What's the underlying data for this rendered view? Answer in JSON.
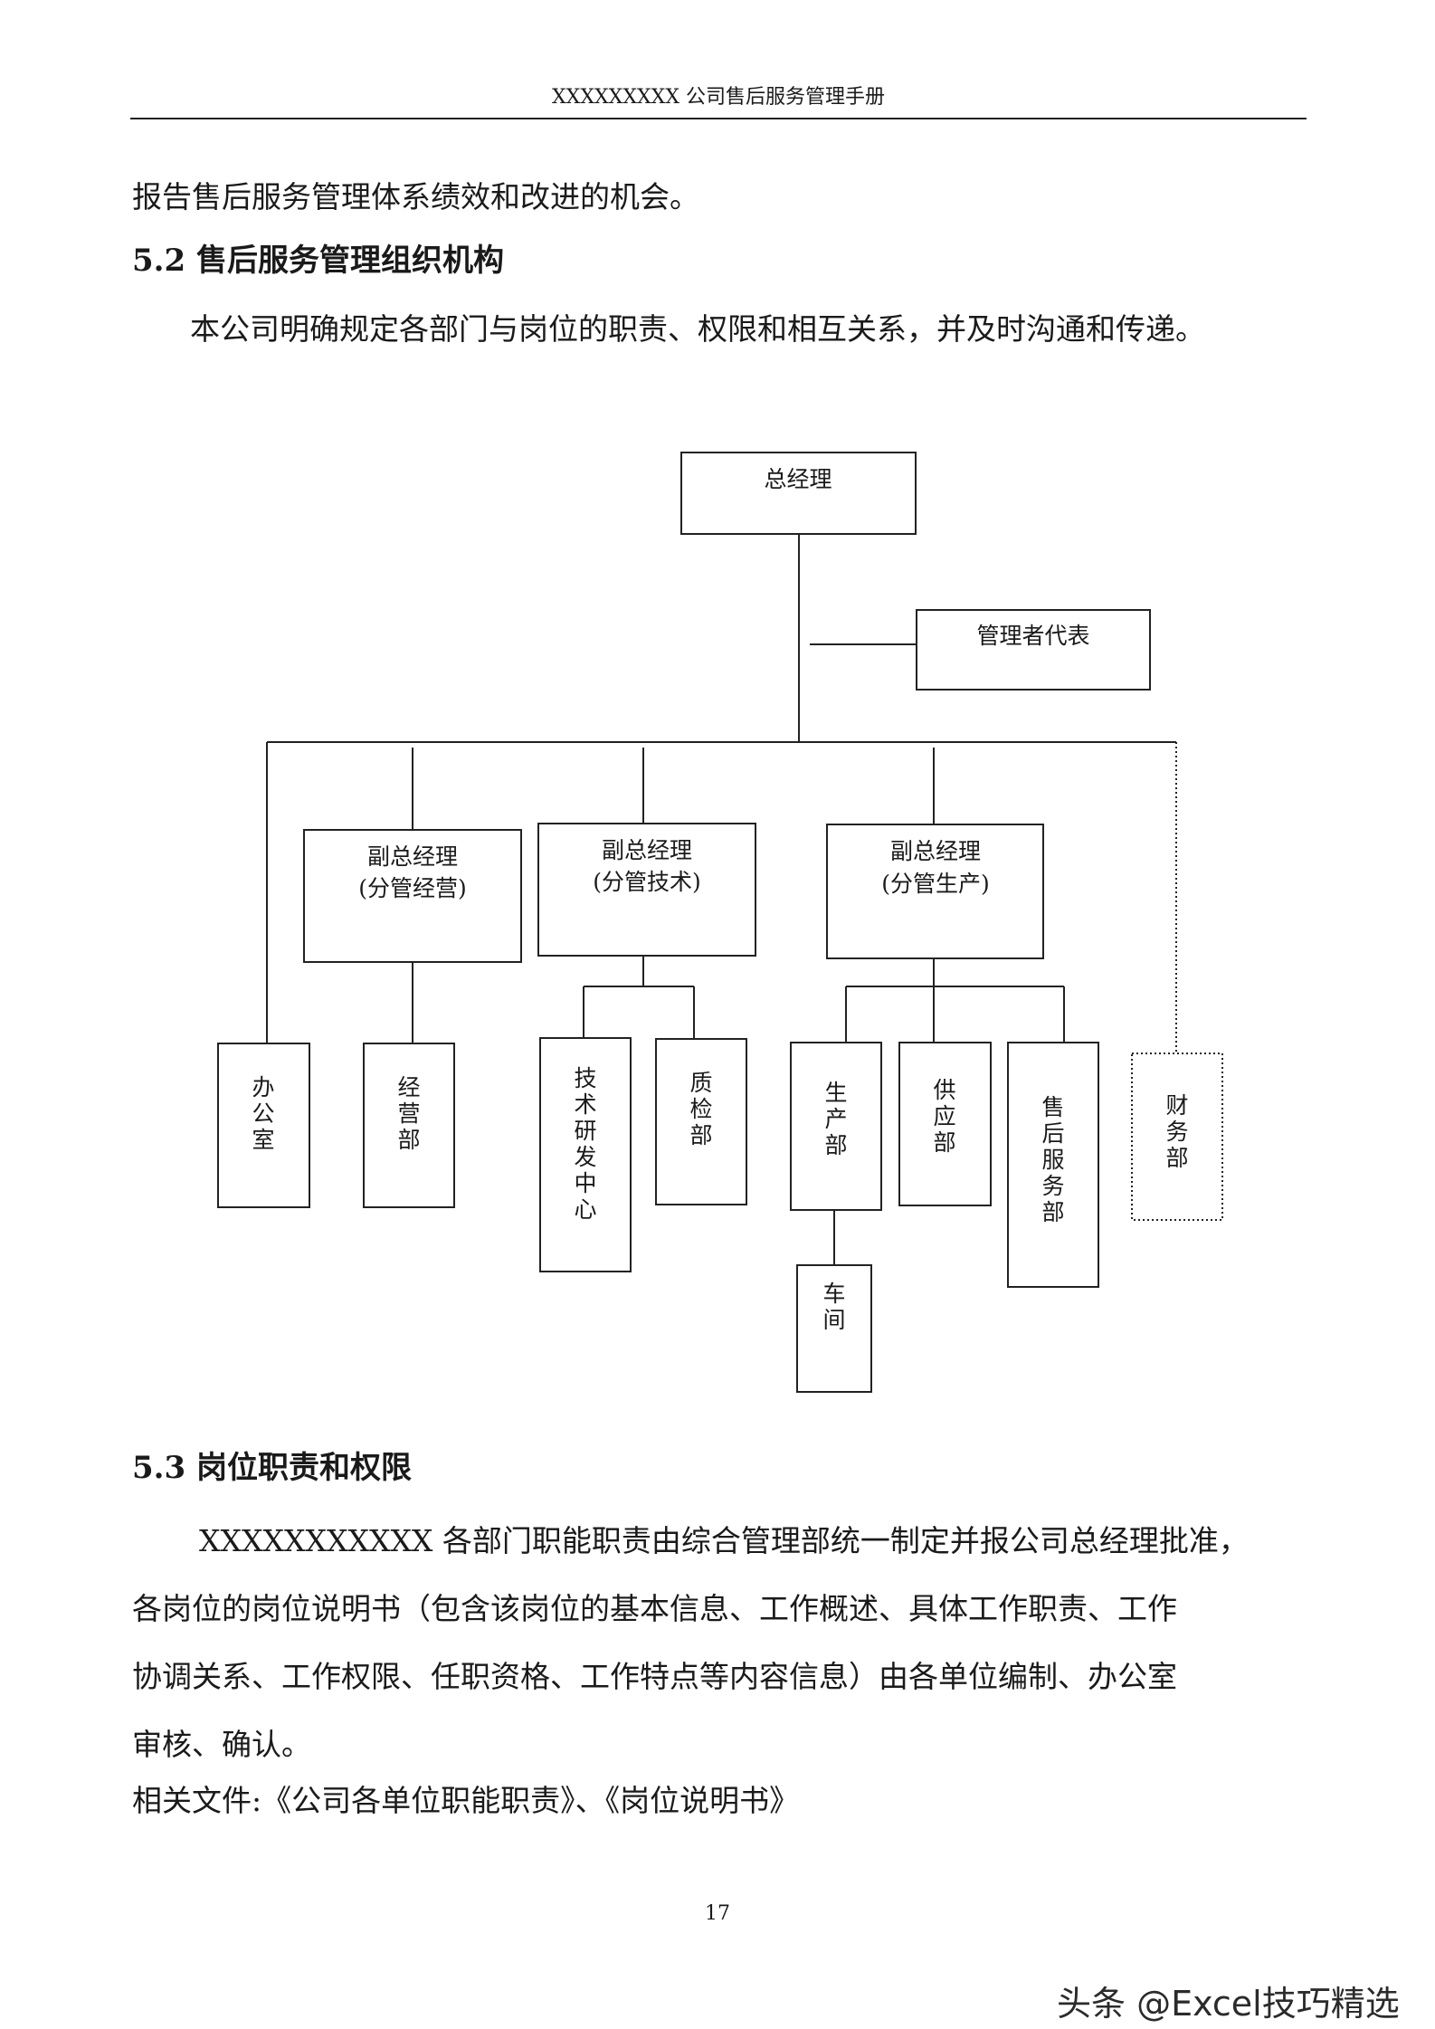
{
  "header": {
    "title": "XXXXXXXXX 公司售后服务管理手册"
  },
  "paragraphs": {
    "p1": "报告售后服务管理体系绩效和改进的机会。",
    "h52": "5.2 售后服务管理组织机构",
    "p2": "本公司明确规定各部门与岗位的职责、权限和相互关系，并及时沟通和传递。",
    "h53": "5.3 岗位职责和权限",
    "p3_line1": "XXXXXXXXXXX 各部门职能职责由综合管理部统一制定并报公司总经理批准，",
    "p3_line2": "各岗位的岗位说明书（包含该岗位的基本信息、工作概述、具体工作职责、工作",
    "p3_line3": "协调关系、工作权限、任职资格、工作特点等内容信息）由各单位编制、办公室",
    "p3_line4": "审核、确认。",
    "related": "相关文件:《公司各单位职能职责》、《岗位说明书》"
  },
  "org_chart": {
    "general_manager": "总经理",
    "management_rep": "管理者代表",
    "vp_business": {
      "line1": "副总经理",
      "line2": "(分管经营)"
    },
    "vp_tech": {
      "line1": "副总经理",
      "line2": "(分管技术)"
    },
    "vp_production": {
      "line1": "副总经理",
      "line2": "(分管生产)"
    },
    "departments": {
      "office": "办公室",
      "operations": "经营部",
      "tech_center": "技术研发中心",
      "quality": "质检部",
      "production": "生产部",
      "supply": "供应部",
      "after_sales": "售后服务部",
      "finance": "财务部",
      "workshop": "车间"
    }
  },
  "footer": {
    "page_number": "17",
    "watermark": "头条 @Excel技巧精选"
  }
}
